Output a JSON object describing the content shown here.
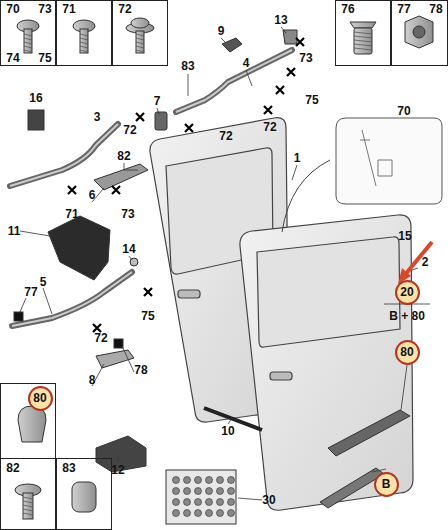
{
  "diagram": {
    "nodes": [
      {
        "text": [
          "70",
          "73",
          "74",
          "75"
        ]
      },
      {
        "text": [
          "71"
        ]
      },
      {
        "text": [
          "72"
        ]
      },
      {
        "text": [
          "76"
        ]
      },
      {
        "text": [
          "77",
          "78"
        ]
      },
      {
        "text": [
          "80"
        ]
      },
      {
        "text": [
          "82"
        ]
      },
      {
        "text": [
          "83"
        ]
      },
      {
        "text": [
          "20"
        ]
      },
      {
        "text": [
          "80"
        ]
      },
      {
        "text": [
          "B"
        ]
      }
    ],
    "labels": [
      "13",
      "9",
      "73",
      "4",
      "83",
      "16",
      "7",
      "75",
      "72",
      "72",
      "72",
      "3",
      "82",
      "1",
      "70",
      "6",
      "71",
      "73",
      "11",
      "15",
      "14",
      "2",
      "B + 80",
      "5",
      "77",
      "75",
      "72",
      "78",
      "8",
      "10",
      "12",
      "30"
    ]
  }
}
